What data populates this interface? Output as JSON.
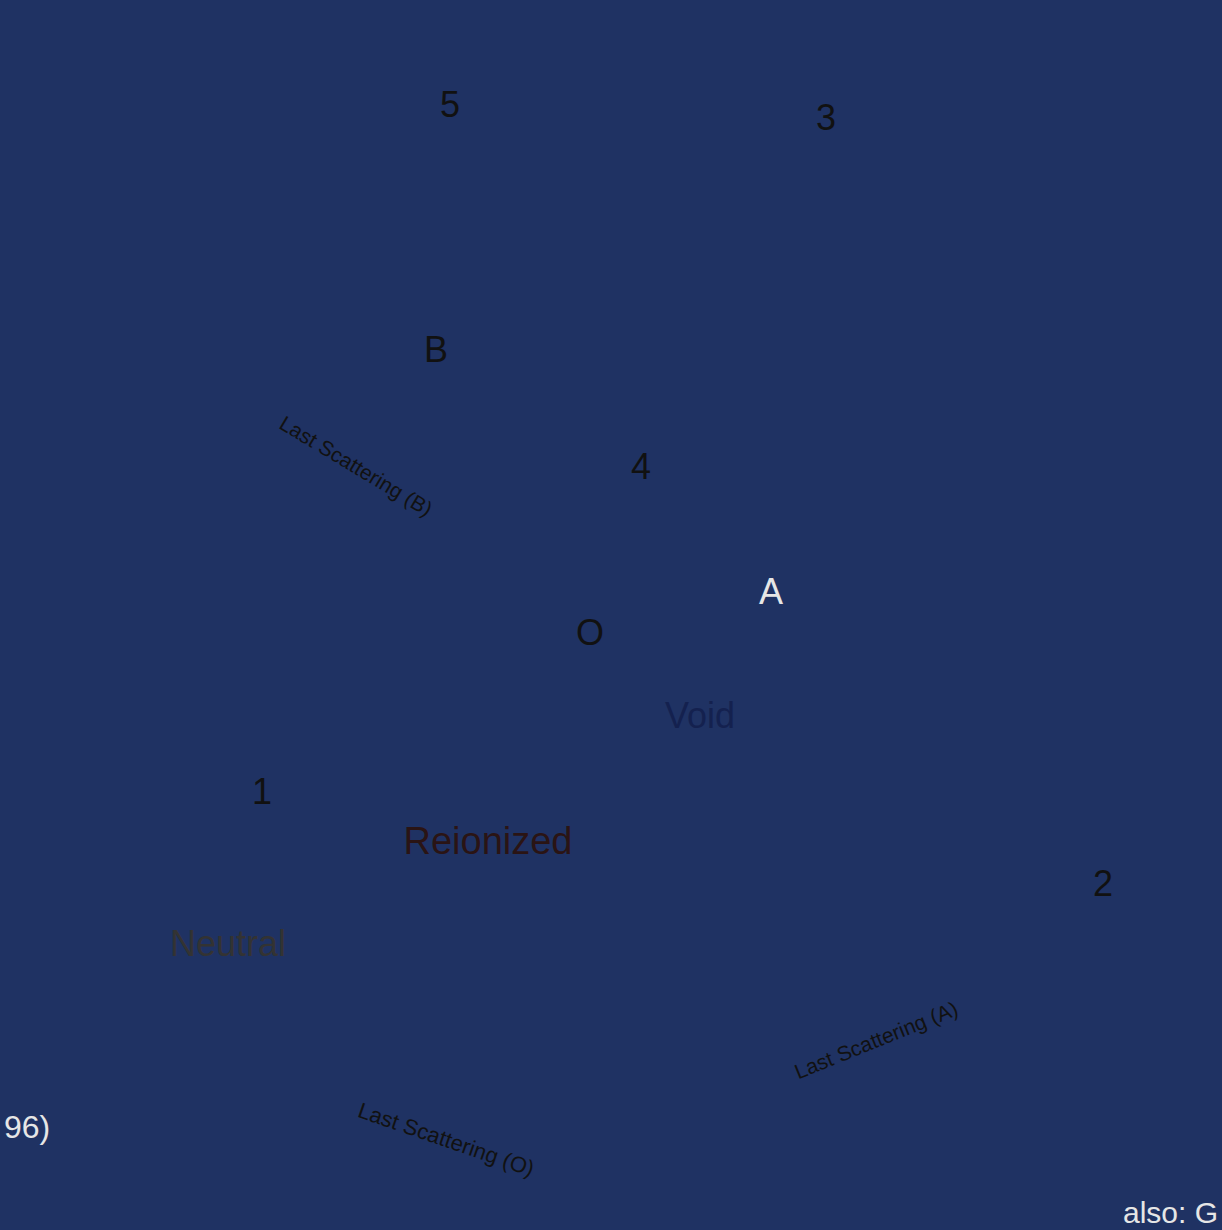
{
  "diagram": {
    "nodes": [
      {
        "text": [
          "Neutral"
        ]
      },
      {
        "text": [
          "Reionized"
        ],
        "in": 0
      },
      {
        "text": [
          "Void"
        ],
        "in": 1
      }
    ],
    "labels": [
      "5",
      "3",
      "B",
      "4",
      "O",
      "A",
      "1",
      "2",
      "Last Scattering (B)",
      "Last Scattering (A)",
      "Last Scattering (O)",
      "96)",
      "also: G"
    ]
  }
}
